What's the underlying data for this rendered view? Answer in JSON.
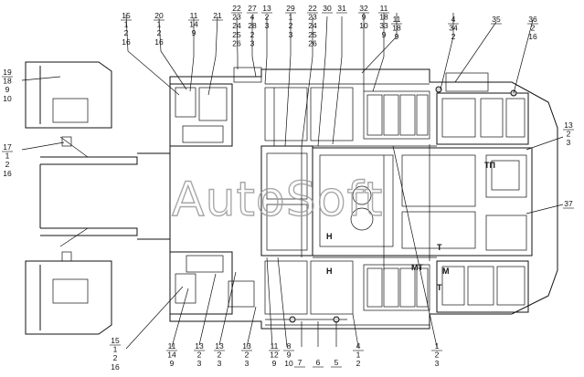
{
  "watermark": "AutoSoft",
  "callouts": [
    {
      "id": "tl1",
      "lines": [
        "15",
        "1",
        "2",
        "16"
      ]
    },
    {
      "id": "tl2",
      "lines": [
        "20",
        "1",
        "2",
        "16"
      ]
    },
    {
      "id": "tl3",
      "lines": [
        "11",
        "14",
        "9"
      ]
    },
    {
      "id": "tl4",
      "lines": [
        "21"
      ]
    },
    {
      "id": "tl5",
      "lines": [
        "22",
        "23",
        "24",
        "25",
        "26"
      ]
    },
    {
      "id": "tl6",
      "lines": [
        "27",
        "4",
        "28",
        "2",
        "3"
      ]
    },
    {
      "id": "tl7",
      "lines": [
        "13",
        "2",
        "3"
      ]
    },
    {
      "id": "tl8",
      "lines": [
        "29",
        "1",
        "2",
        "3"
      ]
    },
    {
      "id": "tl9",
      "lines": [
        "22",
        "23",
        "24",
        "25",
        "26"
      ]
    },
    {
      "id": "tl10",
      "lines": [
        "30"
      ]
    },
    {
      "id": "tl11",
      "lines": [
        "31"
      ]
    },
    {
      "id": "tl12",
      "lines": [
        "32",
        "9",
        "10"
      ]
    },
    {
      "id": "tl13",
      "lines": [
        "11",
        "18",
        "33",
        "9"
      ]
    },
    {
      "id": "tl14",
      "lines": [
        "11",
        "18",
        "9"
      ]
    },
    {
      "id": "tl15",
      "lines": [
        "4",
        "34",
        "2"
      ]
    },
    {
      "id": "tl16",
      "lines": [
        "35"
      ]
    },
    {
      "id": "tl17",
      "lines": [
        "36",
        "2",
        "16"
      ]
    },
    {
      "id": "l1",
      "lines": [
        "19",
        "18",
        "9",
        "10"
      ]
    },
    {
      "id": "l2",
      "lines": [
        "17",
        "1",
        "2",
        "16"
      ]
    },
    {
      "id": "r1",
      "lines": [
        "13",
        "2",
        "3"
      ]
    },
    {
      "id": "r2",
      "lines": [
        "37"
      ]
    },
    {
      "id": "b1",
      "lines": [
        "15",
        "1",
        "2",
        "16"
      ]
    },
    {
      "id": "b2",
      "lines": [
        "11",
        "14",
        "9"
      ]
    },
    {
      "id": "b3",
      "lines": [
        "13",
        "2",
        "3"
      ]
    },
    {
      "id": "b4",
      "lines": [
        "13",
        "2",
        "3"
      ]
    },
    {
      "id": "b5",
      "lines": [
        "13",
        "2",
        "3"
      ]
    },
    {
      "id": "b6",
      "lines": [
        "11",
        "12",
        "9"
      ]
    },
    {
      "id": "b7",
      "lines": [
        "8",
        "9",
        "10"
      ]
    },
    {
      "id": "b8",
      "lines": [
        "7"
      ]
    },
    {
      "id": "b9",
      "lines": [
        "6"
      ]
    },
    {
      "id": "b10",
      "lines": [
        "5"
      ]
    },
    {
      "id": "b11",
      "lines": [
        "4",
        "1",
        "2"
      ]
    },
    {
      "id": "b12",
      "lines": [
        "1",
        "2",
        "3"
      ]
    }
  ],
  "markers": {
    "h1": "H",
    "h2": "H",
    "t1": "T",
    "t2": "T",
    "tp": "TП",
    "mt": "MT",
    "m": "M"
  }
}
